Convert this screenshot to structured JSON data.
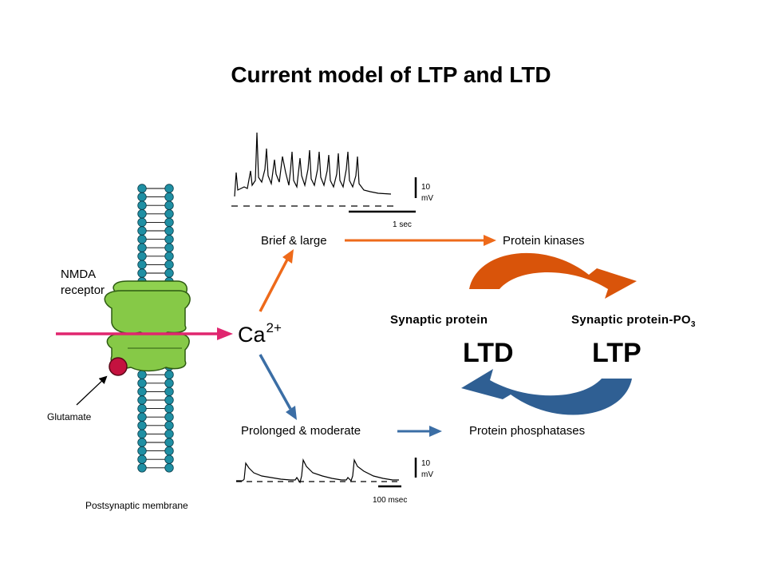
{
  "title": "Current model of LTP and LTD",
  "membrane": {
    "nmda_label_line1": "NMDA",
    "nmda_label_line2": "receptor",
    "glutamate_label": "Glutamate",
    "membrane_label": "Postsynaptic membrane",
    "ion_base": "Ca",
    "ion_superscript": "2+"
  },
  "upper_path": {
    "stimulus_label": "Brief & large",
    "enzyme_label": "Protein kinases",
    "scale_voltage_num": "10",
    "scale_voltage_unit": "mV",
    "scale_time": "1 sec",
    "arrow_color": "#ee6a1a"
  },
  "lower_path": {
    "stimulus_label": "Prolonged & moderate",
    "enzyme_label": "Protein phosphatases",
    "scale_voltage_num": "10",
    "scale_voltage_unit": "mV",
    "scale_time": "100 msec",
    "arrow_color": "#3b6ea5"
  },
  "cycle": {
    "left_state": "Synaptic protein",
    "right_state_base": "Synaptic protein-PO",
    "right_state_subscript": "3",
    "ltd_label": "LTD",
    "ltp_label": "LTP",
    "top_arrow_color": "#d9540a",
    "bottom_arrow_color": "#2f5f93"
  },
  "colors": {
    "lipid_head": "#1f8fa3",
    "receptor_green": "#8fd14f",
    "ion_flow": "#e0266f",
    "glutamate": "#c4123f"
  }
}
